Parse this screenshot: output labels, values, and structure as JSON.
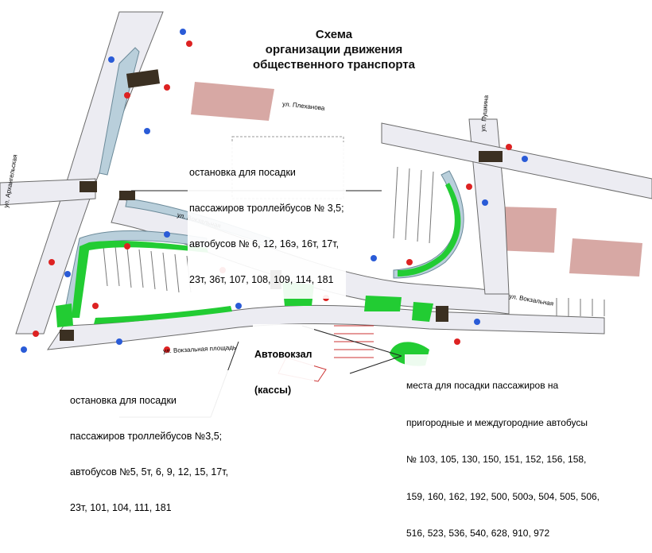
{
  "title": {
    "line1": "Схема",
    "line2": "организации движения",
    "line3": "общественного транспорта"
  },
  "streets": {
    "plekhanova": "ул. Плеханова",
    "vokzalnaya": "ул. Вокзальная",
    "arkhangelskaya": "ул. Архангельская",
    "pushkina": "ул. Пушкина",
    "vokzalnaya_ploshchad": "ул. Вокзальная площадь",
    "vokzalnaya_east": "ул. Вокзальная"
  },
  "bus_station": {
    "line1": "Автовокзал",
    "line2": "(кассы)"
  },
  "stop_north": {
    "line1": "остановка для посадки",
    "line2": "пассажиров троллейбусов № 3,5;",
    "line3": "автобусов № 6, 12, 16э, 16т, 17т,",
    "line4": "23т, 36т, 107, 108, 109, 114, 181"
  },
  "stop_south": {
    "line1": "остановка для посадки",
    "line2": "пассажиров троллейбусов №3,5;",
    "line3": "автобусов №5, 5т, 6, 9, 12, 15, 17т,",
    "line4": "23т, 101, 104, 111, 181"
  },
  "intercity": {
    "line1": "места для посадки пассажиров на",
    "line2": "пригородные и междугородние автобусы",
    "line3": "№ 103, 105, 130, 150, 151, 152, 156, 158,",
    "line4": "159, 160, 162, 192, 500, 500э, 504, 505, 506,",
    "line5": "516, 523, 536, 540, 628, 910, 972"
  },
  "colors": {
    "road": "#e8e8ee",
    "platform": "#b9cfdb",
    "green": "#22cc33",
    "building": "#d7a8a4",
    "crossing": "#3b3022",
    "line": "#444444"
  }
}
